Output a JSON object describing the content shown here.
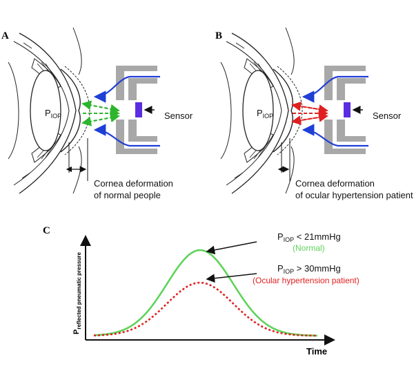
{
  "panels": {
    "a": {
      "letter": "A",
      "pressure_symbol": "P",
      "pressure_sub": "IOP",
      "sensor_label": "Sensor",
      "caption_line1": "Cornea deformation",
      "caption_line2": "of normal people",
      "flow_color": "#2db52d"
    },
    "b": {
      "letter": "B",
      "pressure_symbol": "P",
      "pressure_sub": "IOP",
      "sensor_label": "Sensor",
      "caption_line1": "Cornea deformation",
      "caption_line2": "of ocular hypertension patient",
      "flow_color": "#e02020"
    },
    "c": {
      "letter": "C",
      "y_label_symbol": "P",
      "y_label_sub": "reflected pneumatic pressure",
      "x_label": "Time",
      "normal_note_symbol": "P",
      "normal_note_sub": "IOP",
      "normal_note_value": " < 21mmHg",
      "normal_note_desc": "(Normal)",
      "hyper_note_symbol": "P",
      "hyper_note_sub": "IOP",
      "hyper_note_value": " > 30mmHg",
      "hyper_note_desc": "(Ocular hypertension patient)"
    }
  },
  "colors": {
    "air_flow": "#1f3fd6",
    "sensor_block": "#5a2ee0",
    "nozzle": "#a8a8a8",
    "normal_curve": "#5fd35a",
    "hyper_curve": "#e02020"
  },
  "chart_data": {
    "type": "line",
    "title": "",
    "xlabel": "Time",
    "ylabel": "P reflected pneumatic pressure",
    "series": [
      {
        "name": "(Normal)",
        "peak": 1.0
      },
      {
        "name": "(Ocular hypertension patient)",
        "peak": 0.62
      }
    ]
  }
}
